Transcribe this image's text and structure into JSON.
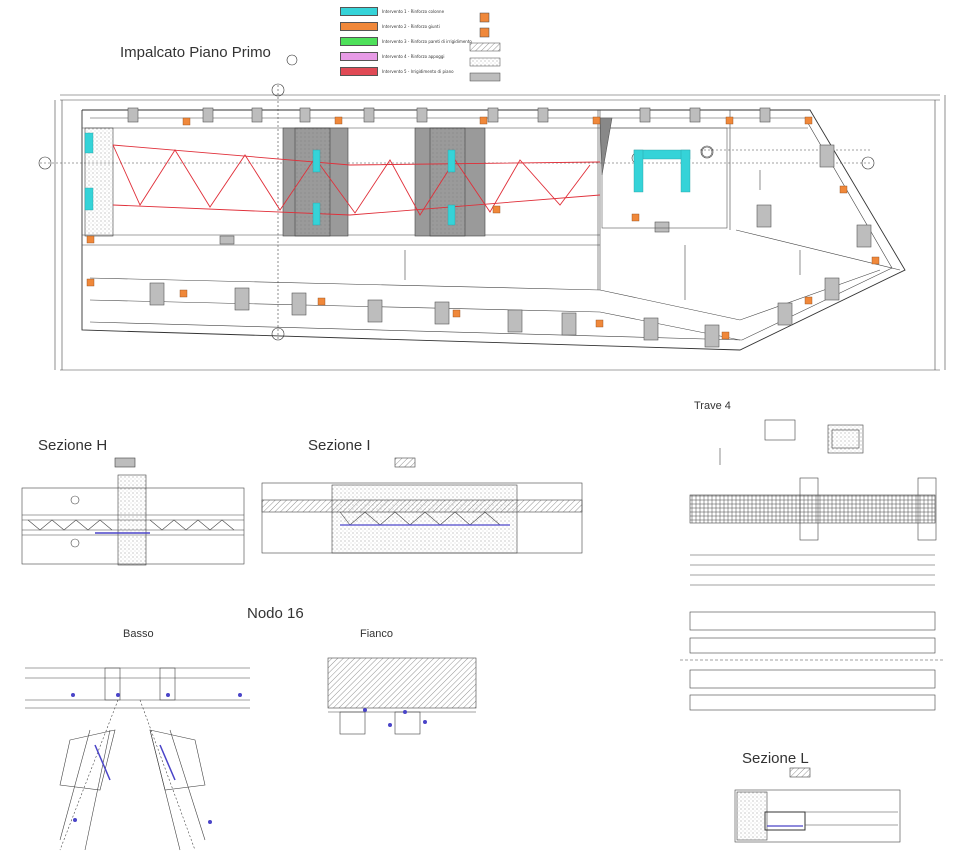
{
  "titles": {
    "plan": "Impalcato Piano Primo",
    "sezione_h": "Sezione H",
    "sezione_i": "Sezione I",
    "trave_4": "Trave 4",
    "nodo_16": "Nodo 16",
    "basso": "Basso",
    "fianco": "Fianco",
    "sezione_l": "Sezione L"
  },
  "colors": {
    "cyan": "#35d3d8",
    "orange": "#f0883a",
    "green": "#4ee05a",
    "pink": "#e79be6",
    "red": "#e04a55",
    "gray": "#bdbdbd",
    "truss": "#e0303a",
    "blue_mark": "#4a44c8"
  },
  "legend": [
    {
      "color": "#35d3d8",
      "text": "Intervento 1 - Rinforzo colonne"
    },
    {
      "color": "#f0883a",
      "text": "Intervento 2 - Rinforzo giunti"
    },
    {
      "color": "#4ee05a",
      "text": "Intervento 3 - Rinforzo pareti di irrigidimento"
    },
    {
      "color": "#e79be6",
      "text": "Intervento 4 - Rinforzo appoggi"
    },
    {
      "color": "#e04a55",
      "text": "Intervento 5 - Irrigidimento di piano"
    }
  ]
}
